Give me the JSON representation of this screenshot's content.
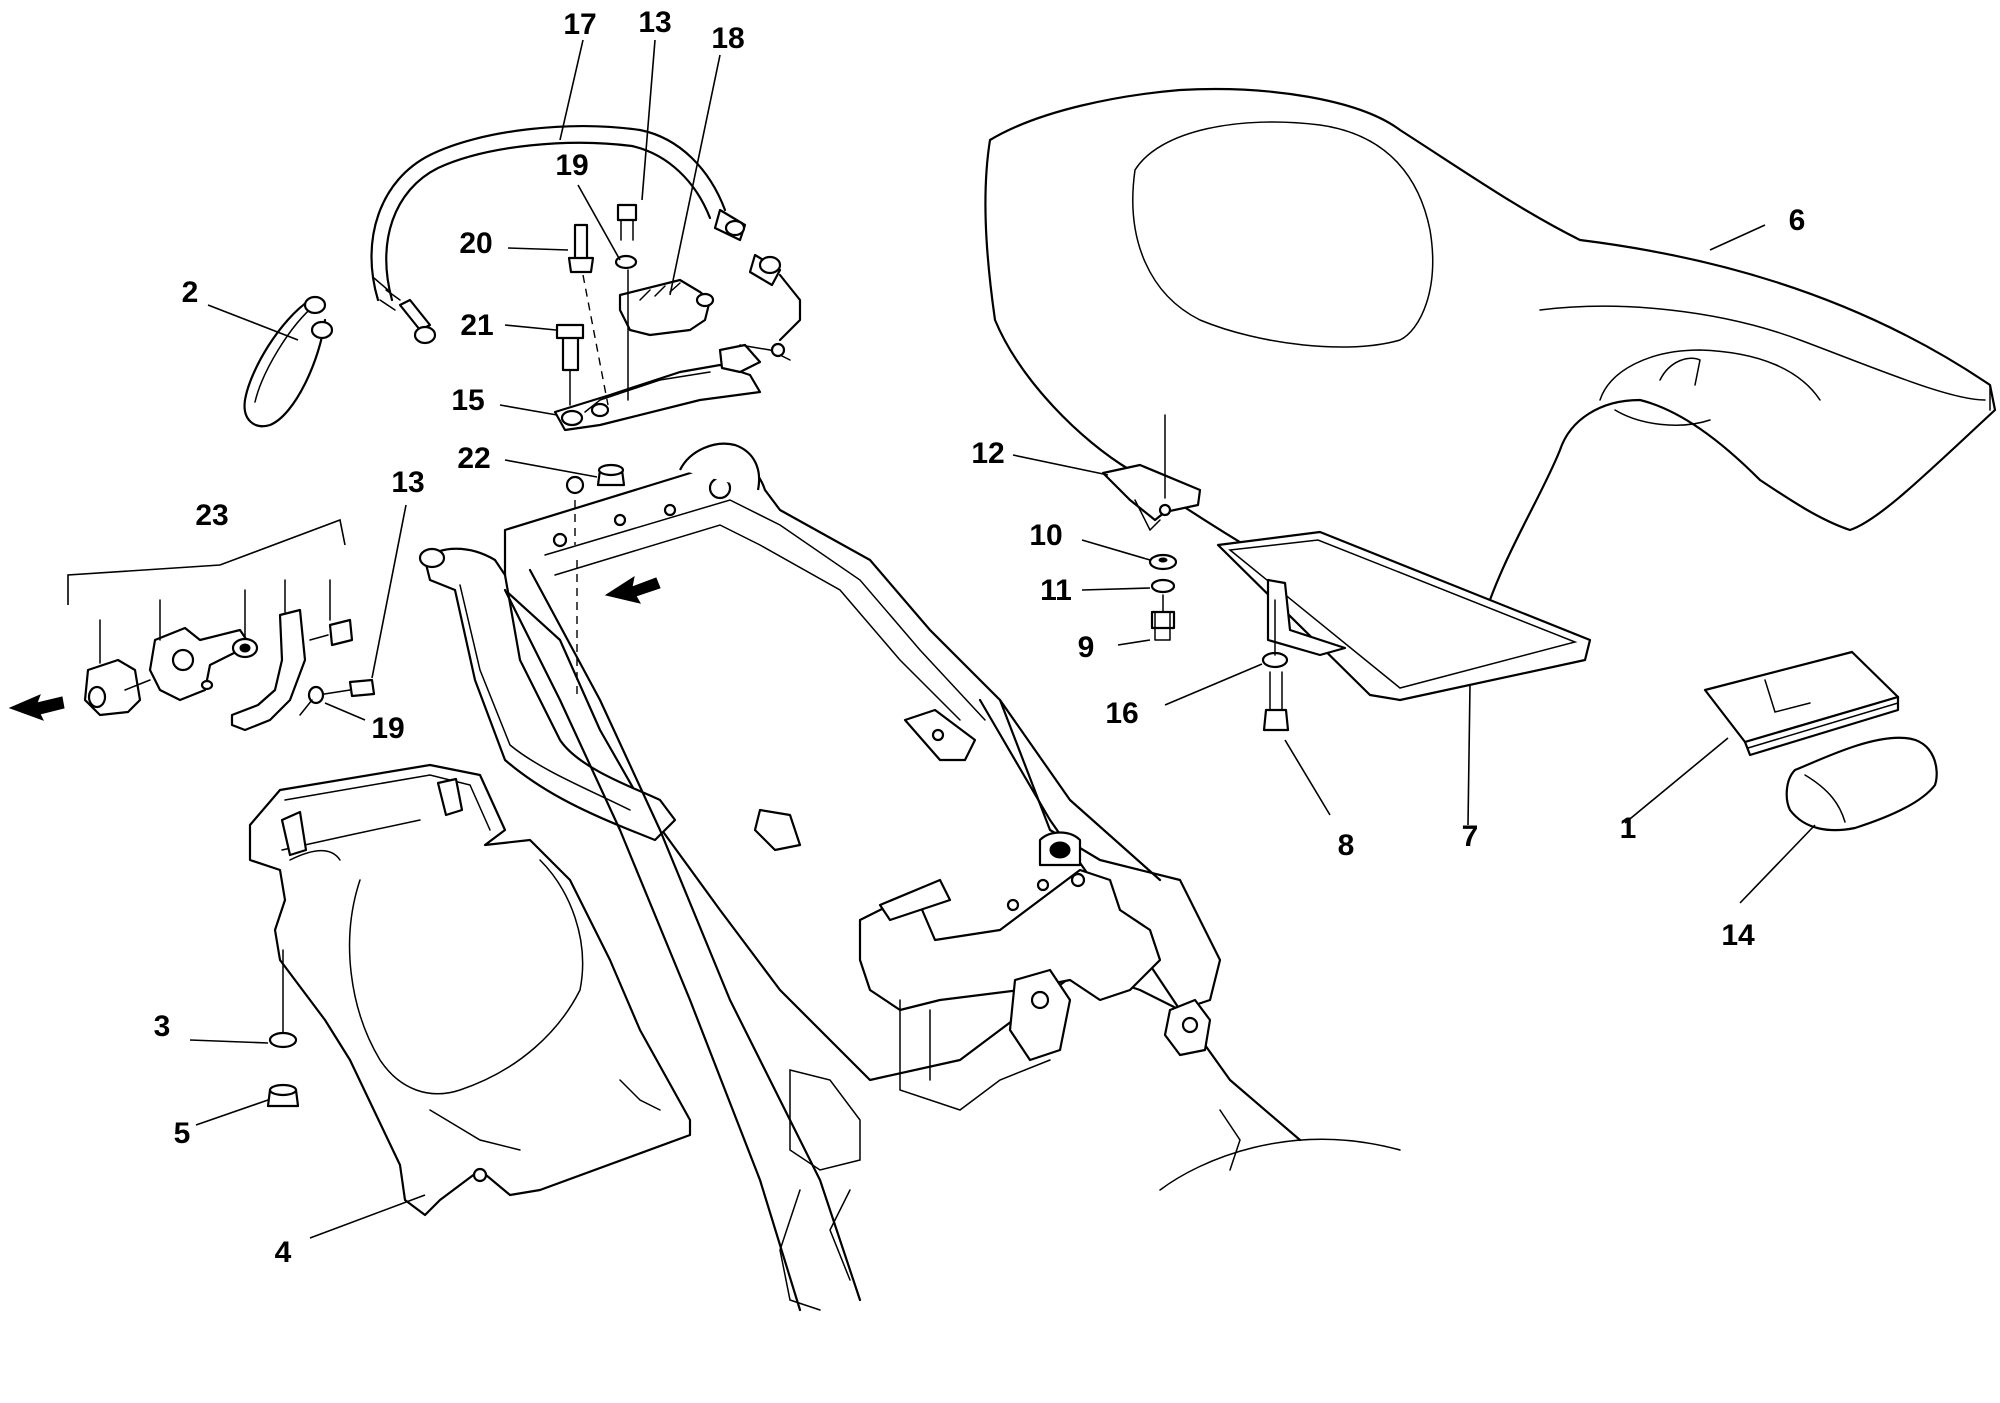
{
  "callouts": [
    {
      "id": "c1",
      "text": "1"
    },
    {
      "id": "c2",
      "text": "2"
    },
    {
      "id": "c3",
      "text": "3"
    },
    {
      "id": "c4",
      "text": "4"
    },
    {
      "id": "c5",
      "text": "5"
    },
    {
      "id": "c6",
      "text": "6"
    },
    {
      "id": "c7",
      "text": "7"
    },
    {
      "id": "c8",
      "text": "8"
    },
    {
      "id": "c9",
      "text": "9"
    },
    {
      "id": "c10",
      "text": "10"
    },
    {
      "id": "c11",
      "text": "11"
    },
    {
      "id": "c12",
      "text": "12"
    },
    {
      "id": "c13a",
      "text": "13"
    },
    {
      "id": "c13b",
      "text": "13"
    },
    {
      "id": "c14",
      "text": "14"
    },
    {
      "id": "c15",
      "text": "15"
    },
    {
      "id": "c16",
      "text": "16"
    },
    {
      "id": "c17",
      "text": "17"
    },
    {
      "id": "c18",
      "text": "18"
    },
    {
      "id": "c19a",
      "text": "19"
    },
    {
      "id": "c19b",
      "text": "19"
    },
    {
      "id": "c20",
      "text": "20"
    },
    {
      "id": "c21",
      "text": "21"
    },
    {
      "id": "c22",
      "text": "22"
    },
    {
      "id": "c23",
      "text": "23"
    }
  ]
}
